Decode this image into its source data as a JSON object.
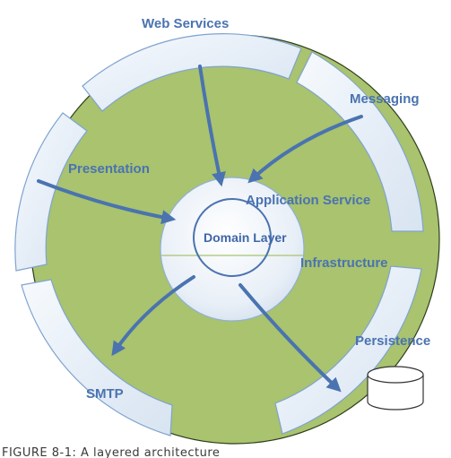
{
  "diagram": {
    "labels": {
      "web_services": "Web Services",
      "messaging": "Messaging",
      "presentation": "Presentation",
      "application_service": "Application Service",
      "domain_layer": "Domain Layer",
      "infrastructure": "Infrastructure",
      "persistence": "Persistence",
      "smtp": "SMTP"
    },
    "caption": "FIGURE 8-1: A layered architecture",
    "colors": {
      "ring_fill": "#a9c36e",
      "outer_band_fill": "#e9f0f8",
      "outline": "#4f7fbf",
      "arrow": "#4a73b0",
      "text": "#4a73b0"
    }
  }
}
